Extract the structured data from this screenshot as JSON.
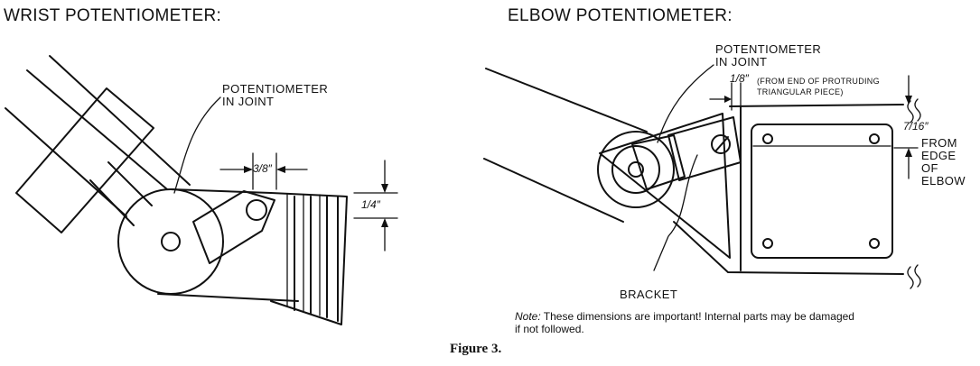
{
  "wrist": {
    "heading": "WRIST POTENTIOMETER:",
    "callout_line1": "POTENTIOMETER",
    "callout_line2": "IN JOINT",
    "dim_gap": "3/8″",
    "dim_height": "1/4″"
  },
  "elbow": {
    "heading": "ELBOW POTENTIOMETER:",
    "callout_line1": "POTENTIOMETER",
    "callout_line2": "IN JOINT",
    "dim_gap": "1/8″",
    "gap_note_line1": "(FROM END OF PROTRUDING",
    "gap_note_line2": "TRIANGULAR PIECE)",
    "dim_offset": "7/16″",
    "edge_line1": "FROM",
    "edge_line2": "EDGE",
    "edge_line3": "OF",
    "edge_line4": "ELBOW",
    "bracket_label": "BRACKET"
  },
  "note": {
    "prefix": "Note:",
    "line1": " These dimensions are important! Internal parts may be damaged",
    "line2": "if not followed."
  },
  "caption": "Figure 3."
}
